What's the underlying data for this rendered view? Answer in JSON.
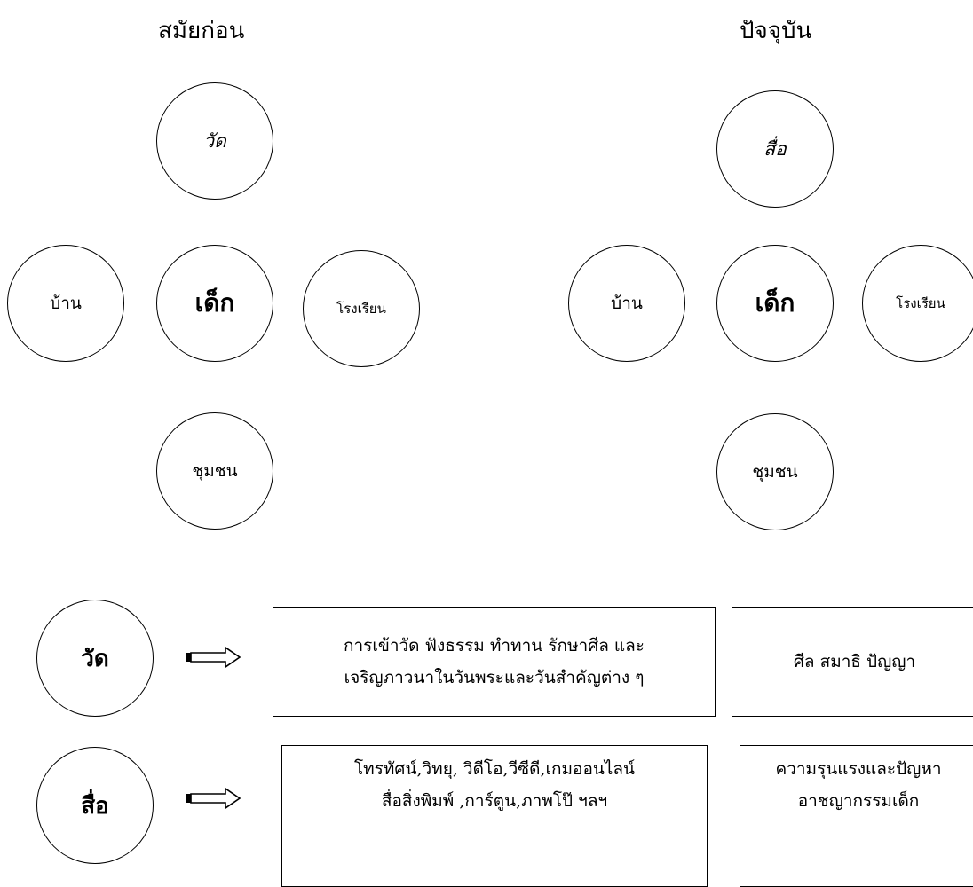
{
  "headings": {
    "past": "สมัยก่อน",
    "present": "ปัจจุบัน"
  },
  "past_diagram": {
    "top": "วัด",
    "left": "บ้าน",
    "center": "เด็ก",
    "right": "โรงเรียน",
    "bottom": "ชุมชน"
  },
  "present_diagram": {
    "top": "สื่อ",
    "left": "บ้าน",
    "center": "เด็ก",
    "right": "โรงเรียน",
    "bottom": "ชุมชน"
  },
  "rows": [
    {
      "circle": "วัด",
      "activity_lines": [
        "การเข้าวัด  ฟังธรรม ทำทาน รักษาศีล และ",
        "เจริญภาวนาในวันพระและวันสำคัญต่าง ๆ"
      ],
      "result_lines": [
        "ศีล สมาธิ ปัญญา"
      ]
    },
    {
      "circle": "สื่อ",
      "activity_lines": [
        "โทรทัศน์,วิทยุ, วิดีโอ,วีซีดี,เกมออนไลน์",
        "สื่อสิ่งพิมพ์ ,การ์ตูน,ภาพโป๊ ฯลฯ"
      ],
      "result_lines": [
        "ความรุนแรงและปัญหา",
        "อาชญากรรมเด็ก"
      ]
    }
  ]
}
